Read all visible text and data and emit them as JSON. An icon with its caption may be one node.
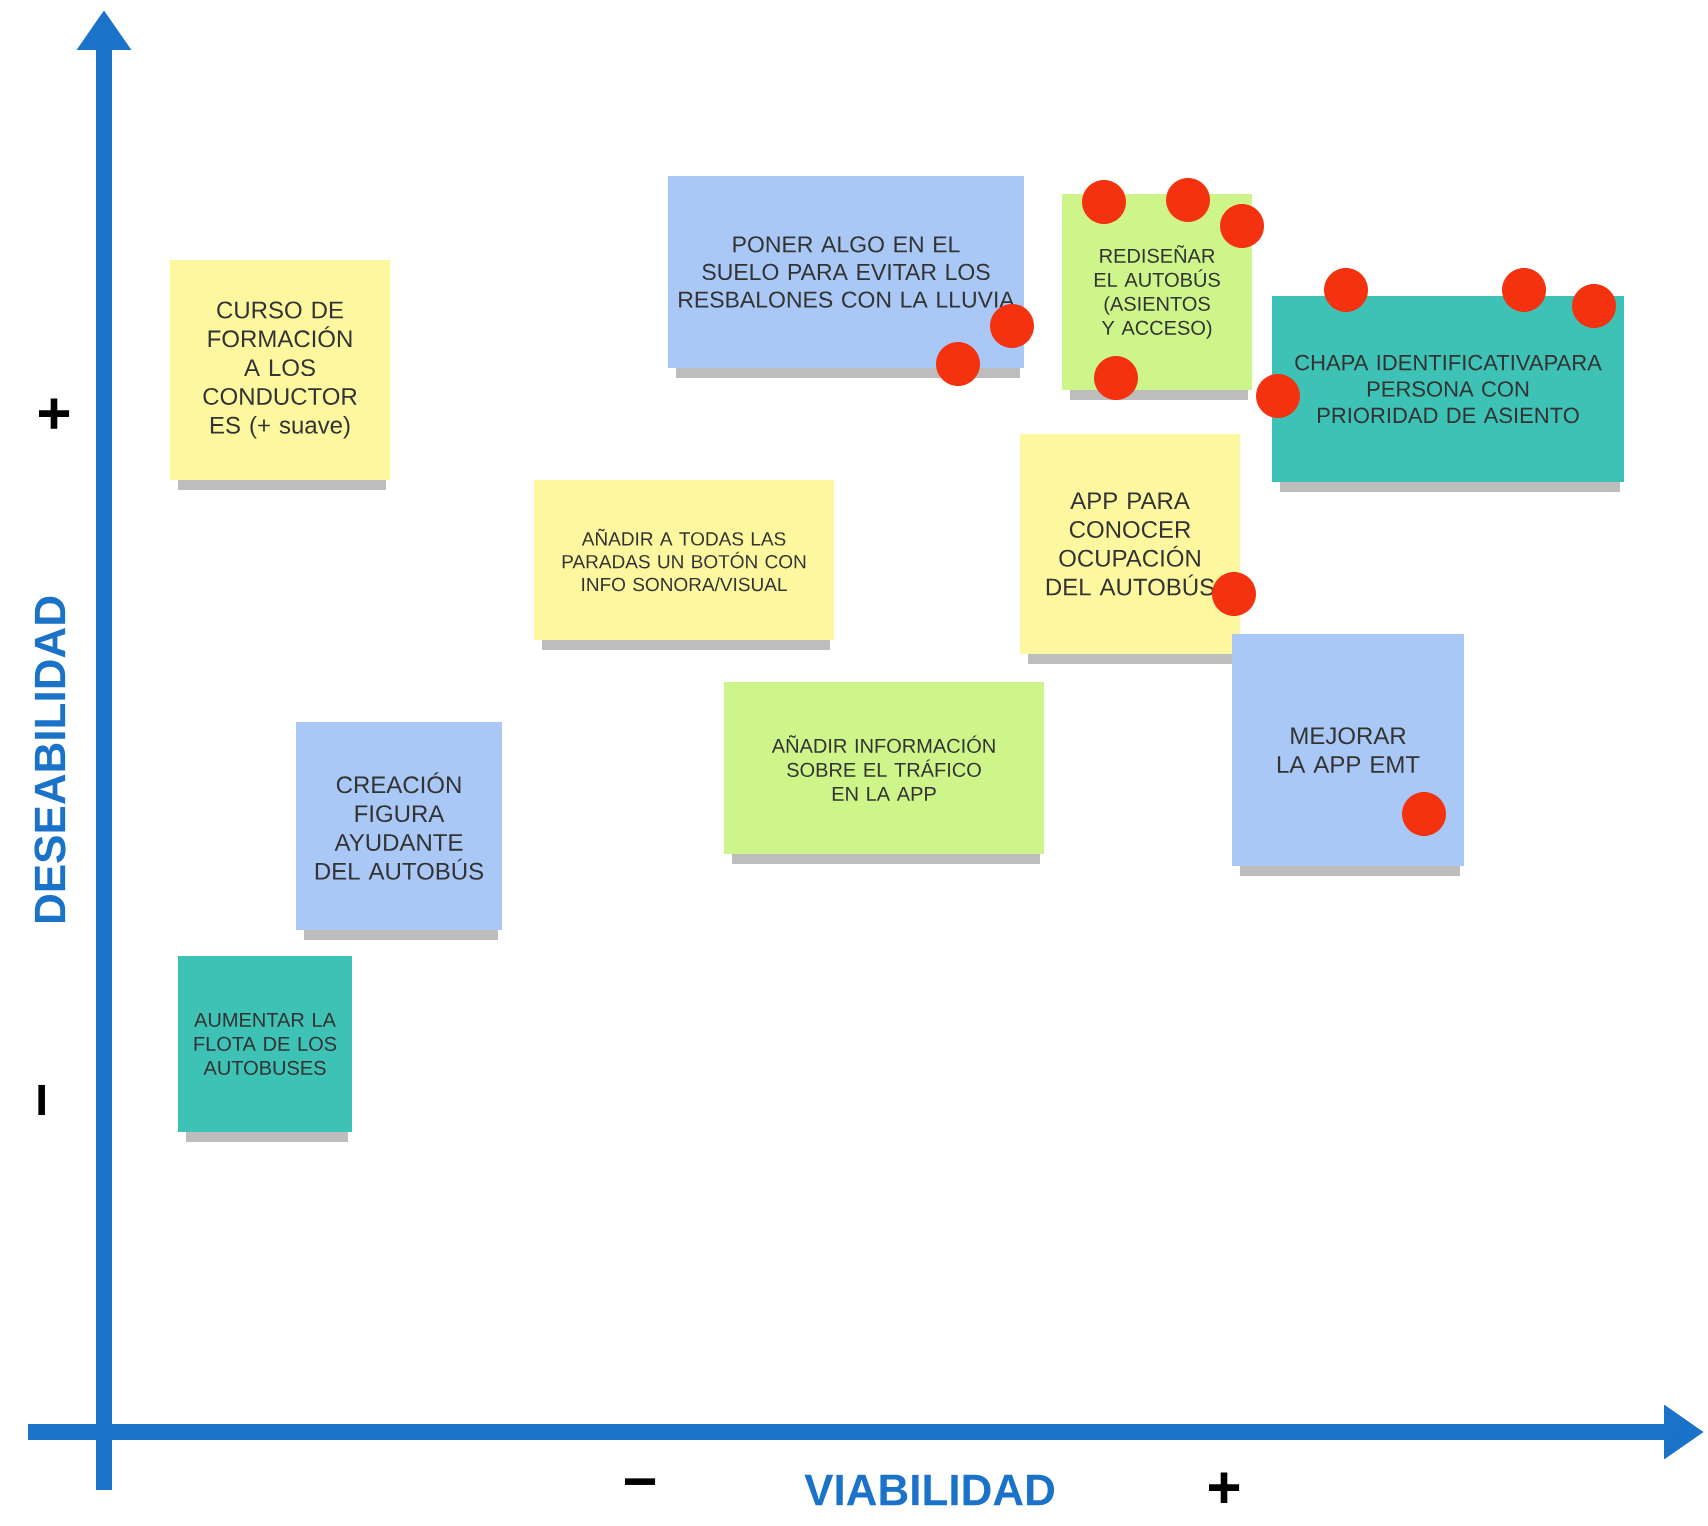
{
  "diagram": {
    "nodes": [
      {
        "text": [
          "PONER ALGO EN EL SUELO PARA EVITAR LOS RESBALONES CON LA LLUVIA"
        ]
      },
      {
        "text": [
          "REDISEÑAR EL AUTOBÚS (ASIENTOS Y ACCESO)"
        ]
      },
      {
        "text": [
          "CURSO DE FORMACIÓN A LOS CONDUCTOR ES (+ suave)"
        ]
      },
      {
        "text": [
          "CHAPA IDENTIFICATIVAPARA PERSONA CON PRIORIDAD DE ASIENTO"
        ]
      },
      {
        "text": [
          "APP PARA CONOCER OCUPACIÓN DEL AUTOBÚS"
        ]
      },
      {
        "text": [
          "AÑADIR A TODAS LAS PARADAS UN BOTÓN CON INFO SONORA/VISUAL"
        ]
      },
      {
        "text": [
          "MEJORAR LA APP EMT"
        ]
      },
      {
        "text": [
          "AÑADIR INFORMACIÓN SOBRE EL TRÁFICO EN LA APP"
        ]
      },
      {
        "text": [
          "CREACIÓN FIGURA AYUDANTE DEL AUTOBÚS"
        ]
      },
      {
        "text": [
          "AUMENTAR LA FLOTA DE LOS AUTOBUSES"
        ]
      }
    ],
    "labels": [
      "+",
      "DESEABILIDAD",
      "−",
      "−",
      "VIABILIDAD",
      "+"
    ]
  }
}
